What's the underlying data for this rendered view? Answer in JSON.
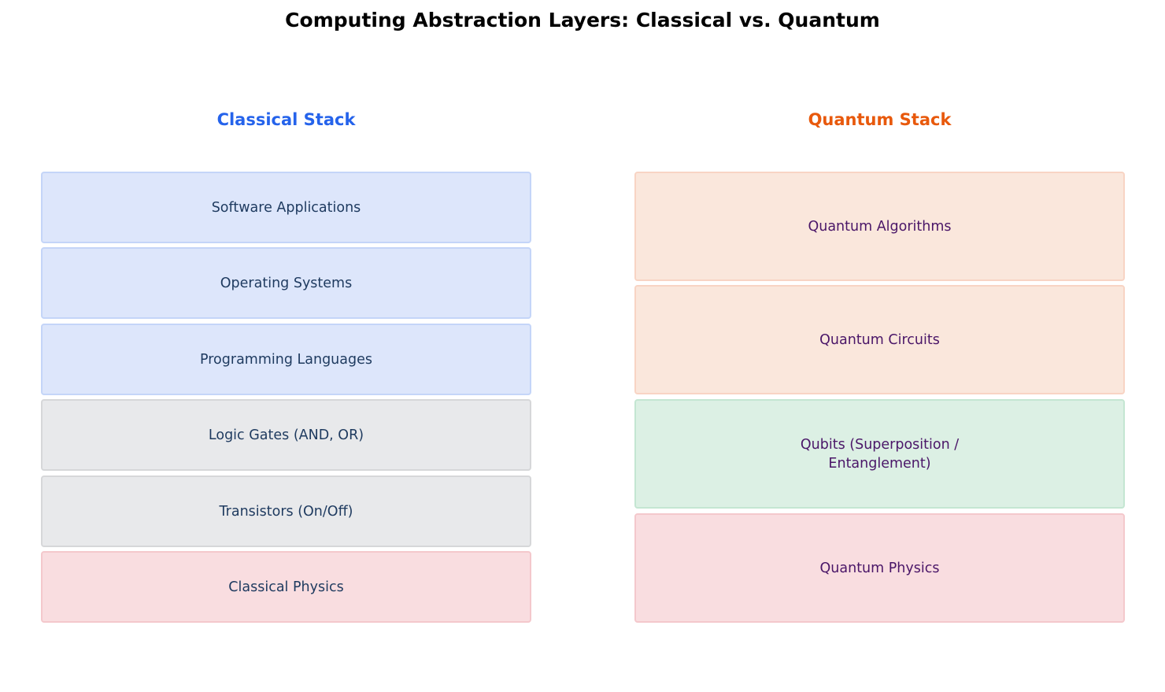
{
  "title": "Computing Abstraction Layers: Classical vs. Quantum",
  "classical": {
    "heading": "Classical Stack",
    "heading_color": "#2563eb",
    "text_color": "#1e3a5f",
    "layers": [
      {
        "label": "Software Applications",
        "fill": "#dde6fb",
        "border": "#c4d5f8"
      },
      {
        "label": "Operating Systems",
        "fill": "#dde6fb",
        "border": "#c4d5f8"
      },
      {
        "label": "Programming Languages",
        "fill": "#dde6fb",
        "border": "#c4d5f8"
      },
      {
        "label": "Logic Gates (AND, OR)",
        "fill": "#e8e9eb",
        "border": "#d6d7d9"
      },
      {
        "label": "Transistors (On/Off)",
        "fill": "#e8e9eb",
        "border": "#d6d7d9"
      },
      {
        "label": "Classical Physics",
        "fill": "#f9dde0",
        "border": "#f4c8cc"
      }
    ]
  },
  "quantum": {
    "heading": "Quantum Stack",
    "heading_color": "#e8590c",
    "text_color": "#4a1668",
    "layers": [
      {
        "label": "Quantum Algorithms",
        "fill": "#fae7dc",
        "border": "#f8d4c4"
      },
      {
        "label": "Quantum Circuits",
        "fill": "#fae7dc",
        "border": "#f8d4c4"
      },
      {
        "label": "Qubits (Superposition / Entanglement)",
        "fill": "#dcf0e4",
        "border": "#c4e6d2"
      },
      {
        "label": "Quantum Physics",
        "fill": "#f9dde0",
        "border": "#f4c8cc"
      }
    ]
  }
}
